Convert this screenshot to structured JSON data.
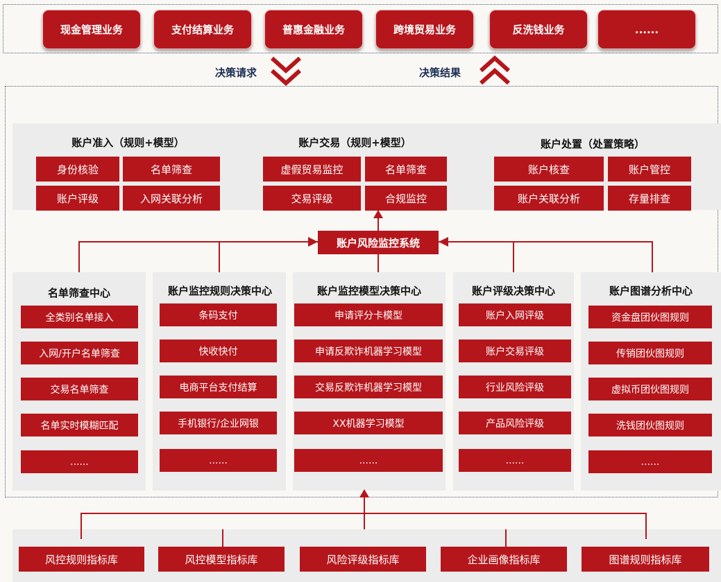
{
  "business_row": [
    "现金管理业务",
    "支付结算业务",
    "普惠金融业务",
    "跨境贸易业务",
    "反洗钱业务",
    "......"
  ],
  "flow": {
    "request_label": "决策请求",
    "result_label": "决策结果"
  },
  "top_panels": [
    {
      "title": "账户准入（规则+模型）",
      "items": [
        "身份核验",
        "名单筛查",
        "账户评级",
        "入网关联分析"
      ]
    },
    {
      "title": "账户交易（规则+模型）",
      "items": [
        "虚假贸易监控",
        "名单筛查",
        "交易评级",
        "合规监控"
      ]
    },
    {
      "title": "账户处置（处置策略）",
      "items": [
        "账户核查",
        "账户管控",
        "账户关联分析",
        "存量排查"
      ]
    }
  ],
  "center_system": "账户风险监控系统",
  "centers": [
    {
      "title": "名单筛查中心",
      "items": [
        "全类别名单接入",
        "入网/开户名单筛查",
        "交易名单筛查",
        "名单实时模糊匹配",
        "......"
      ]
    },
    {
      "title": "账户监控规则决策中心",
      "items": [
        "条码支付",
        "快收快付",
        "电商平台支付结算",
        "手机银行/企业网银",
        "......"
      ]
    },
    {
      "title": "账户监控模型决策中心",
      "items": [
        "申请评分卡模型",
        "申请反欺诈机器学习模型",
        "交易反欺诈机器学习模型",
        "XX机器学习模型",
        "......"
      ]
    },
    {
      "title": "账户评级决策中心",
      "items": [
        "账户入网评级",
        "账户交易评级",
        "行业风险评级",
        "产品风险评级",
        "......"
      ]
    },
    {
      "title": "账户图谱分析中心",
      "items": [
        "资金盘团伙图规则",
        "传销团伙图规则",
        "虚拟币团伙图规则",
        "洗钱团伙图规则",
        "......"
      ]
    }
  ],
  "libraries": [
    "风控规则指标库",
    "风控模型指标库",
    "风险评级指标库",
    "企业画像指标库",
    "图谱规则指标库"
  ],
  "colors": {
    "accent_red": "#b5161c",
    "panel_gray": "#ececec",
    "frame_blue": "#4a5a78"
  }
}
